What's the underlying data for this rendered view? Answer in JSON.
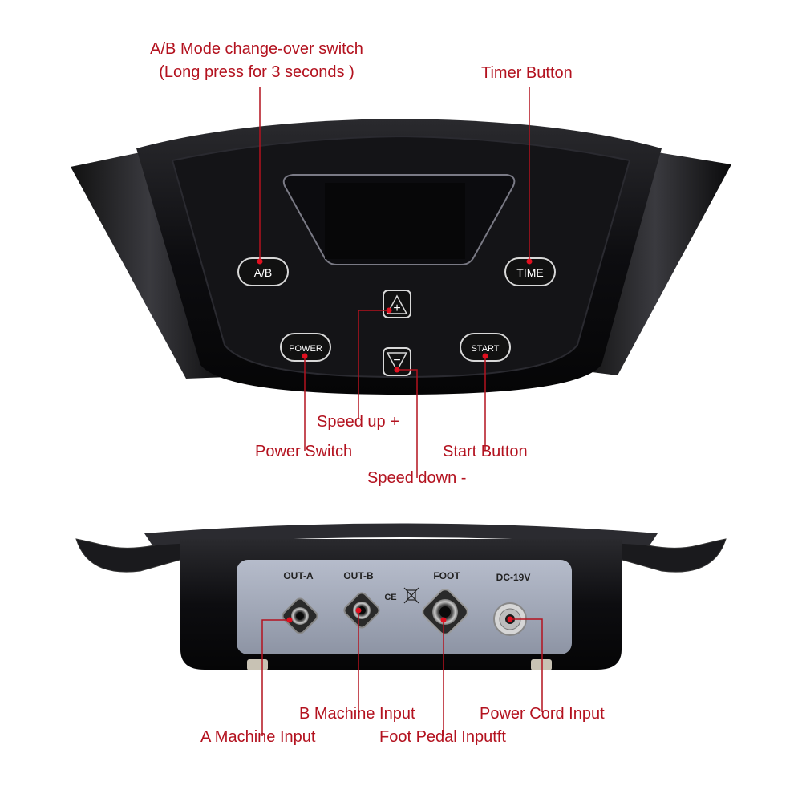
{
  "top_device": {
    "buttons": {
      "ab": "A/B",
      "time": "TIME",
      "power": "POWER",
      "start": "START",
      "plus": "+",
      "minus": "−"
    }
  },
  "bottom_device": {
    "ports": {
      "out_a": "OUT-A",
      "out_b": "OUT-B",
      "foot": "FOOT",
      "dc": "DC-19V",
      "ce": "CE"
    }
  },
  "callouts": {
    "ab_switch_line1": "A/B Mode change-over switch",
    "ab_switch_line2": "(Long press for 3 seconds )",
    "timer_button": "Timer Button",
    "speed_up": "Speed up +",
    "power_switch": "Power Switch",
    "start_button": "Start Button",
    "speed_down": "Speed down -",
    "b_machine_input": "B Machine Input",
    "a_machine_input": "A Machine Input",
    "power_cord_input": "Power Cord Input",
    "foot_pedal_input": "Foot Pedal Inputft"
  },
  "colors": {
    "callout": "#b3121f",
    "device_body": "#0c0c0e",
    "panel": "#9ea5b5"
  }
}
